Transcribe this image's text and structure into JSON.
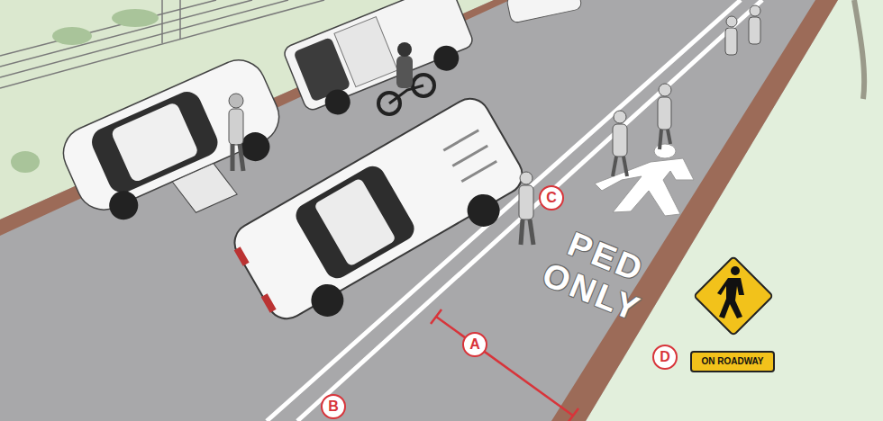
{
  "diagram": {
    "nodes": [
      {
        "text": [
          "ON ROADWAY"
        ]
      }
    ],
    "labels": [
      "PED ONLY",
      "A",
      "B",
      "C",
      "D"
    ]
  }
}
